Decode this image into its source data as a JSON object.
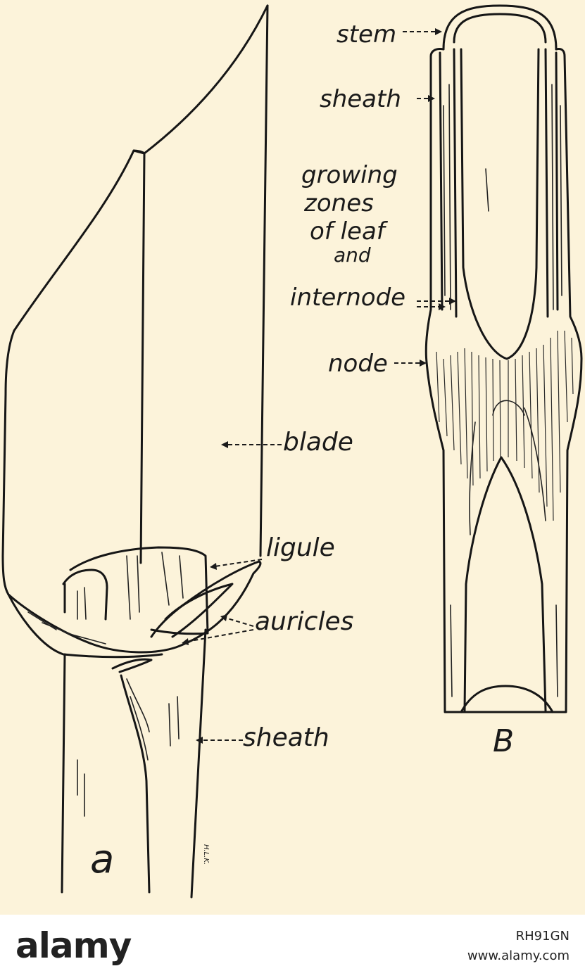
{
  "figure_a": {
    "panel_label": "a",
    "labels": {
      "blade": "blade",
      "ligule": "ligule",
      "auricles": "auricles",
      "sheath": "sheath"
    }
  },
  "figure_b": {
    "panel_label": "B",
    "labels": {
      "stem": "stem",
      "sheath": "sheath",
      "growing_zones_line1": "growing",
      "growing_zones_line2": "zones",
      "growing_zones_line3": "of leaf",
      "growing_zones_line4": "and",
      "growing_zones_line5": "internode",
      "node": "node"
    }
  },
  "watermark": {
    "brand": "alamy",
    "image_id": "RH91GN",
    "site": "www.alamy.com"
  }
}
